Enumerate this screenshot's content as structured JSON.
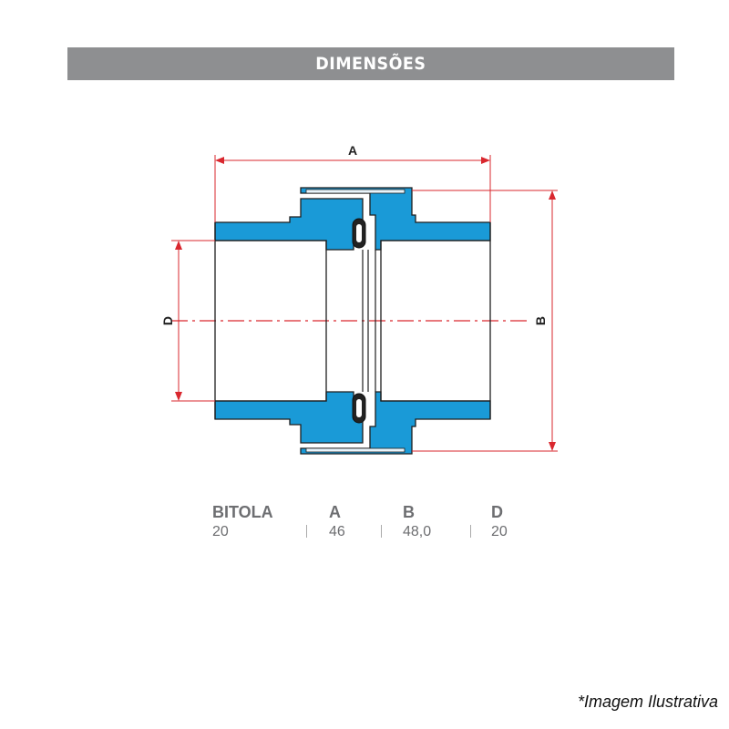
{
  "header": {
    "title": "DIMENSÕES"
  },
  "drawing": {
    "labels": {
      "a": "A",
      "b": "B",
      "d": "D"
    },
    "colors": {
      "body": "#1a9ad7",
      "dimension": "#d9272e",
      "outline": "#1e1e1e"
    }
  },
  "table": {
    "headers": [
      "BITOLA",
      "A",
      "B",
      "D"
    ],
    "values": [
      "20",
      "46",
      "48,0",
      "20"
    ]
  },
  "note": "*Imagem Ilustrativa"
}
